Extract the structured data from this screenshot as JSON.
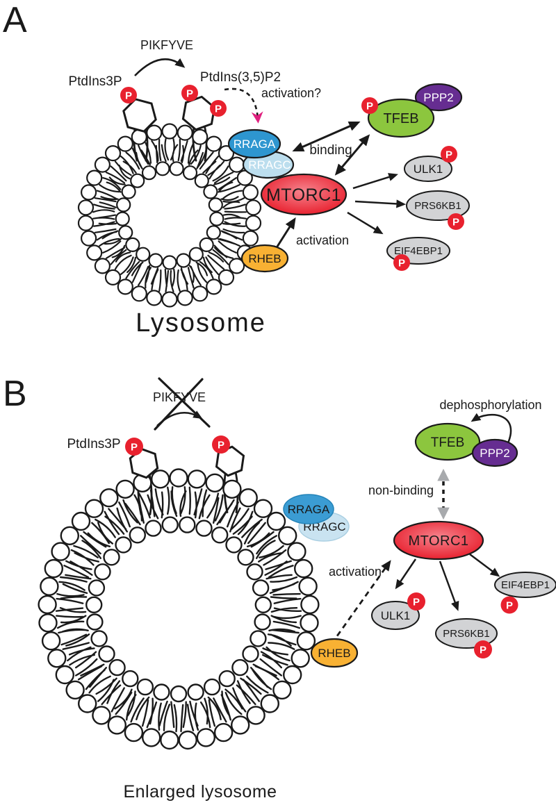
{
  "panelA": {
    "panel_letter": "A",
    "enzyme_label": "PIKFYVE",
    "lipid_left_label": "PtdIns3P",
    "lipid_right_label": "PtdIns(3,5)P2",
    "activation_question_label": "activation?",
    "binding_label": "binding",
    "activation_label": "activation",
    "caption": "Lysosome",
    "proteins": {
      "rraga": "RRAGA",
      "rragc": "RRAGC",
      "mtorc1": "MTORC1",
      "rheb": "RHEB",
      "tfeb": "TFEB",
      "ppp2": "PPP2",
      "ulk1": "ULK1",
      "prs6kb1": "PRS6KB1",
      "eif4ebp1": "EIF4EBP1"
    }
  },
  "panelB": {
    "panel_letter": "B",
    "enzyme_label": "PIKFYVE",
    "lipid_left_label": "PtdIns3P",
    "dephosphorylation_label": "dephosphorylation",
    "non_binding_label": "non-binding",
    "activation_label": "activation",
    "caption": "Enlarged lysosome",
    "proteins": {
      "rraga": "RRAGA",
      "rragc": "RRAGC",
      "mtorc1": "MTORC1",
      "rheb": "RHEB",
      "tfeb": "TFEB",
      "ppp2": "PPP2",
      "ulk1": "ULK1",
      "prs6kb1": "PRS6KB1",
      "eif4ebp1": "EIF4EBP1"
    }
  },
  "phosphate_badge": "P",
  "colors": {
    "red_badge": "#e8212e",
    "red_gradient_edge": "#e81c2a",
    "red_gradient_center": "#f5848e",
    "red_text": "#e8393c",
    "magenta": "#e0217f",
    "blue": "#2e96d0",
    "light_blue": "#bcdeee",
    "blue_faded": "#3b9cd3",
    "blue_faded_text": "#8fc6e4",
    "light_blue_faded": "#c9e3f1",
    "light_blue_faded_text": "#abb6bc",
    "green": "#8cc63e",
    "purple": "#662d91",
    "orange": "#f8b133",
    "gray_node": "#d2d3d5",
    "gray_arrow": "#a8aaad"
  }
}
